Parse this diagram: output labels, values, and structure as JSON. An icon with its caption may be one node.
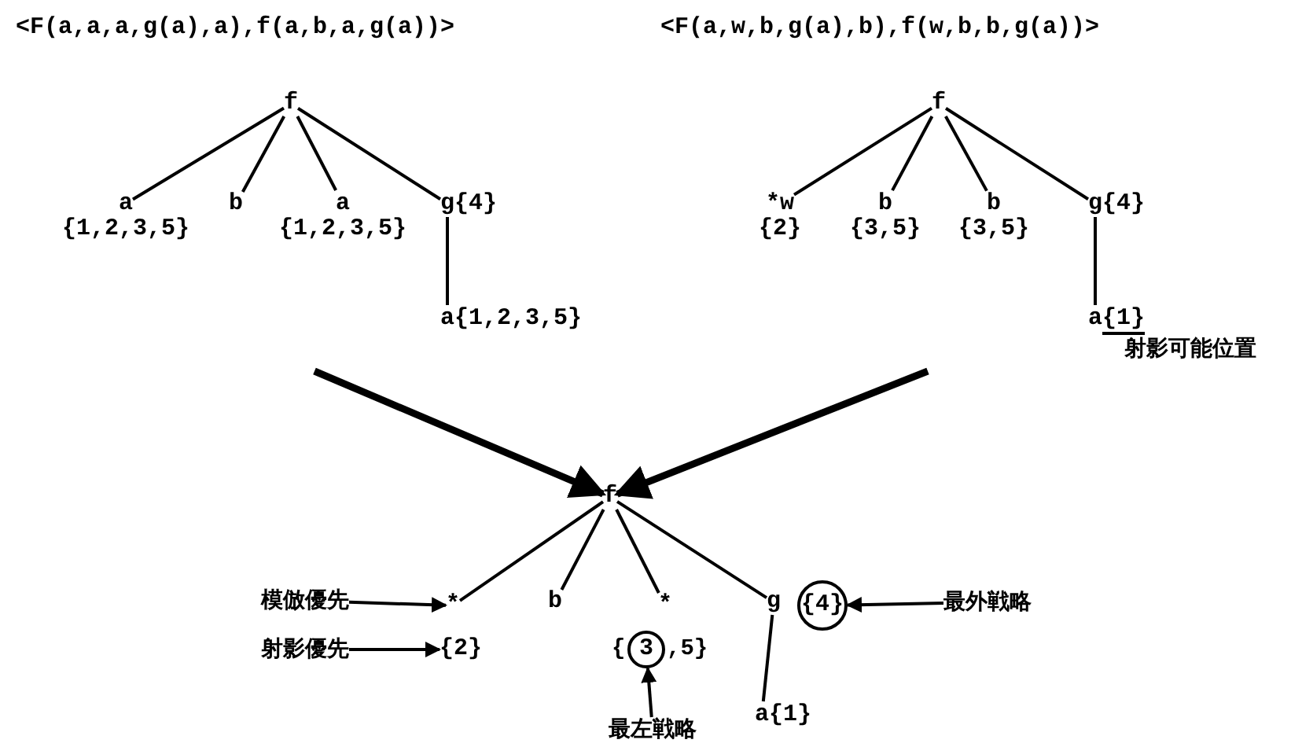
{
  "diagram": {
    "nodes": [
      {
        "text": [
          "f"
        ]
      },
      {
        "text": [
          "a"
        ],
        "beside": [
          "{1,2,3,5}"
        ]
      },
      {
        "text": [
          "b"
        ]
      },
      {
        "text": [
          "a"
        ],
        "beside": [
          "{1,2,3,5}"
        ]
      },
      {
        "text": [
          "g"
        ],
        "beside": [
          "{4}"
        ]
      },
      {
        "text": [
          "a"
        ],
        "beside": [
          "{1,2,3,5}"
        ]
      },
      {
        "text": [
          "f"
        ]
      },
      {
        "text": [
          "*w"
        ],
        "beside": [
          "{2}"
        ]
      },
      {
        "text": [
          "b"
        ],
        "beside": [
          "{3,5}"
        ]
      },
      {
        "text": [
          "b"
        ],
        "beside": [
          "{3,5}"
        ]
      },
      {
        "text": [
          "g"
        ],
        "beside": [
          "{4}"
        ]
      },
      {
        "text": [
          "a"
        ],
        "beside": [
          "{1}"
        ]
      },
      {
        "text": [
          "f"
        ]
      },
      {
        "text": [
          "*"
        ]
      },
      {
        "text": [
          "b"
        ]
      },
      {
        "text": [
          "*"
        ]
      },
      {
        "text": [
          "g"
        ]
      },
      {
        "text": [
          "{4}"
        ]
      },
      {
        "text": [
          "{2}"
        ]
      },
      {
        "text": [
          "3"
        ]
      },
      {
        "text": [
          "a"
        ],
        "beside": [
          "{1}"
        ]
      },
      {
        "text": [
          "模倣優先"
        ]
      },
      {
        "text": [
          "射影優先"
        ]
      },
      {
        "text": [
          "最外戦略"
        ]
      },
      {
        "text": [
          "最左戦略"
        ]
      }
    ],
    "edges": [
      {
        "from": 0,
        "to": 1,
        "arrow": "none"
      },
      {
        "from": 0,
        "to": 2,
        "arrow": "none"
      },
      {
        "from": 0,
        "to": 3,
        "arrow": "none"
      },
      {
        "from": 0,
        "to": 4,
        "arrow": "none"
      },
      {
        "from": 4,
        "to": 5,
        "arrow": "none"
      },
      {
        "from": 6,
        "to": 7,
        "arrow": "none"
      },
      {
        "from": 6,
        "to": 8,
        "arrow": "none"
      },
      {
        "from": 6,
        "to": 9,
        "arrow": "none"
      },
      {
        "from": 6,
        "to": 10,
        "arrow": "none"
      },
      {
        "from": 10,
        "to": 11,
        "arrow": "none"
      },
      {
        "from": 12,
        "to": 13,
        "arrow": "none"
      },
      {
        "from": 12,
        "to": 14,
        "arrow": "none"
      },
      {
        "from": 12,
        "to": 15,
        "arrow": "none"
      },
      {
        "from": 12,
        "to": 16,
        "arrow": "none"
      },
      {
        "from": 16,
        "to": 20,
        "arrow": "none"
      },
      {
        "from": 21,
        "to": 13,
        "arrow": "to"
      },
      {
        "from": 22,
        "to": 18,
        "arrow": "to"
      },
      {
        "from": 23,
        "to": 17,
        "arrow": "to"
      },
      {
        "from": 24,
        "to": 19,
        "arrow": "to"
      },
      {
        "from": null,
        "to": 12,
        "arrow": "to",
        "style": "thick"
      },
      {
        "from": null,
        "to": 12,
        "arrow": "to",
        "style": "thick"
      }
    ],
    "labels": [
      "<F(a,a,a,g(a),a),f(a,b,a,g(a))>",
      "<F(a,w,b,g(a),b),f(w,b,b,g(a))>",
      "射影可能位置",
      "{",
      ",5}"
    ]
  }
}
